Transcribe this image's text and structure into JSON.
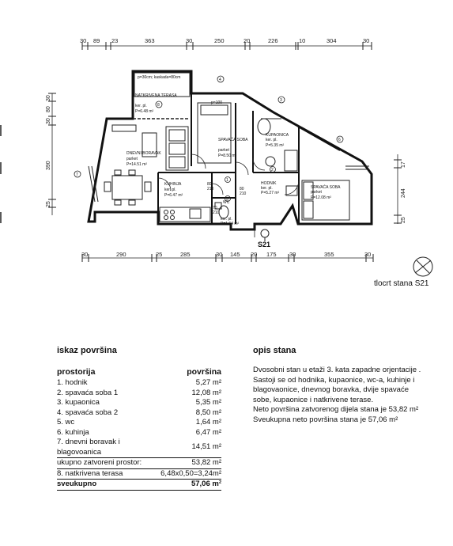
{
  "plan": {
    "sheet_title": "tlocrt stana S21",
    "dims_top": [
      "30",
      "89",
      "23",
      "363",
      "30",
      "250",
      "20",
      "226",
      "10",
      "304",
      "30"
    ],
    "dims_bottom": [
      "30",
      "290",
      "25",
      "285",
      "30",
      "145",
      "20",
      "175",
      "30",
      "355",
      "30"
    ],
    "dims_left": [
      "30",
      "80",
      "30",
      "390",
      "25"
    ],
    "dims_right": [
      "17",
      "244",
      "25"
    ],
    "section_mark": "S21",
    "rooms": {
      "terrace": {
        "name": "NATKRIVENA TERASA",
        "floor": "ker. pl.",
        "area": "P=6.48 m²",
        "note": "p=30cm; kaskada=80cm"
      },
      "hallway_top": {
        "label": "p=100"
      },
      "living": {
        "name": "DNEVNI BORAVAK",
        "floor": "parket",
        "area": "P=14.51 m²"
      },
      "bedroom2": {
        "name": "SPAVAĆA SOBA",
        "floor": "parket",
        "area": "P=8.50 m²"
      },
      "bathroom": {
        "name": "KUPAONICA",
        "floor": "ker. pl.",
        "area": "P=5.35 m²"
      },
      "hallway": {
        "name": "HODNIK",
        "floor": "ker. pl.",
        "area": "P=5.27 m²"
      },
      "bedroom1": {
        "name": "SPAVAĆA SOBA",
        "floor": "parket",
        "area": "P=12.08 m²"
      },
      "kitchen": {
        "name": "KUHINJA",
        "floor": "ker. pl.",
        "area": "P=6.47 m²"
      },
      "wc": {
        "name": "WC",
        "floor": "ker. pl.",
        "area": "P=1.64 m²"
      }
    },
    "door_labels": [
      "80",
      "210",
      "80",
      "210",
      "70",
      "210"
    ],
    "room_numbers": [
      "1",
      "2",
      "3",
      "4",
      "5",
      "6",
      "7",
      "8"
    ]
  },
  "area_table": {
    "title": "iskaz površina",
    "col_room": "prostorija",
    "col_area": "površina",
    "rows": [
      {
        "name": "1. hodnik",
        "value": "5,27 m²"
      },
      {
        "name": "2. spavaća soba 1",
        "value": "12,08 m²"
      },
      {
        "name": "3. kupaonica",
        "value": "5,35 m²"
      },
      {
        "name": "4. spavaća soba 2",
        "value": "8,50 m²"
      },
      {
        "name": "5. wc",
        "value": "1,64 m²"
      },
      {
        "name": "6. kuhinja",
        "value": "6,47 m²"
      },
      {
        "name": "7. dnevni boravak i blagovoanica",
        "value": "14,51 m²"
      }
    ],
    "closed_total": {
      "name": "ukupno zatvoreni prostor:",
      "value": "53,82 m²"
    },
    "terrace": {
      "name": "8. natkrivena terasa",
      "value": "6,48x0,50=3,24m²"
    },
    "grand_total": {
      "name": "sveukupno",
      "value": "57,06 m²"
    }
  },
  "description": {
    "title": "opis stana",
    "paragraphs": [
      "Dvosobni stan u etaži 3. kata zapadne orjentacije . Sastoji se od hodnika, kupaonice, wc-a, kuhinje i blagovaonice, dnevnog boravka, dvije spavaće sobe, kupaonice i natkrivene terase.",
      "Neto površina zatvorenog dijela stana je 53,82 m²",
      "Sveukupna neto površina stana je 57,06 m²"
    ]
  }
}
